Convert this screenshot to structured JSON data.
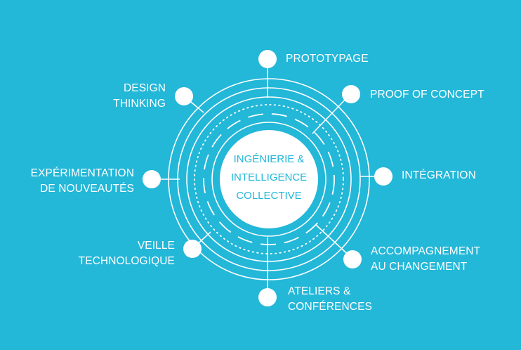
{
  "colors": {
    "background": "#23b7d8",
    "foreground": "#ffffff",
    "center_text": "#23b7d8"
  },
  "center": {
    "lines": [
      "INGÉNIERIE &",
      "INTELLIGENCE",
      "COLLECTIVE"
    ]
  },
  "nodes": [
    {
      "id": "prototypage",
      "lines": [
        "PROTOTYPAGE"
      ]
    },
    {
      "id": "proof-of-concept",
      "lines": [
        "PROOF OF CONCEPT"
      ]
    },
    {
      "id": "integration",
      "lines": [
        "INTÉGRATION"
      ]
    },
    {
      "id": "accompagnement",
      "lines": [
        "ACCOMPAGNEMENT",
        "AU CHANGEMENT"
      ]
    },
    {
      "id": "ateliers",
      "lines": [
        "ATELIERS &",
        "CONFÉRENCES"
      ]
    },
    {
      "id": "veille",
      "lines": [
        "VEILLE",
        "TECHNOLOGIQUE"
      ]
    },
    {
      "id": "experimentation",
      "lines": [
        "EXPÉRIMENTATION",
        "DE NOUVEAUTÉS"
      ]
    },
    {
      "id": "design-thinking",
      "lines": [
        "DESIGN",
        "THINKING"
      ]
    }
  ]
}
